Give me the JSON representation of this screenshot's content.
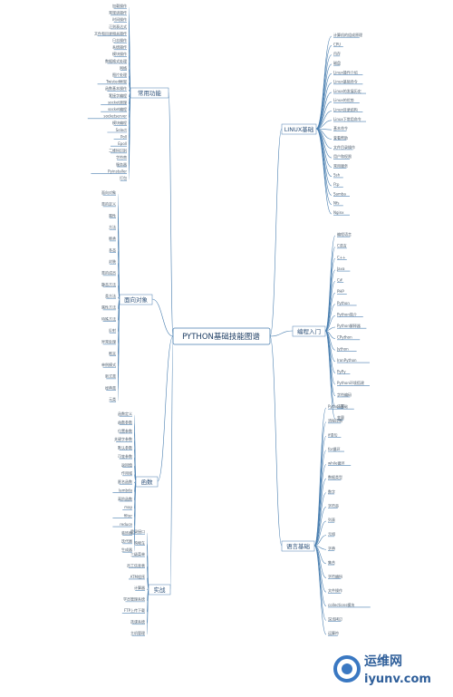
{
  "center": "PYTHON基础技能图谱",
  "branches": {
    "common": "常用功能",
    "linux": "LINUX基础",
    "oop": "面向对象",
    "intro": "编程入门",
    "func": "函数",
    "lang": "语言基础",
    "practice": "实战"
  },
  "common_nodes": [
    "加载操作",
    "常规读操作",
    "时间操作",
    "正则表达式",
    "文件和目录相关操作",
    "日志操作",
    "系统操作",
    "模块操作",
    "数据格式处理",
    "网络",
    "图片处理",
    "Twisted框架",
    "函数基本操作",
    "套接字编程",
    "socket原理",
    "socket编程",
    "socketserver",
    "模块编程",
    "Select",
    "Poll",
    "Epoll",
    "二维码识别",
    "字符串",
    "服务器",
    "Pyinstaller",
    "打包"
  ],
  "linux_nodes": [
    "计算机的组成原理",
    "CPU",
    "内存",
    "磁盘",
    "Linux操作介绍",
    "Linux基础命令",
    "Linux的发展历史",
    "Linux的优势",
    "Linux目录结构",
    "Linux下常用命令",
    "基本命令",
    "查看帮助",
    "文件目录操作",
    "用户和权限",
    "常用服务",
    "Ssh",
    "Ftp",
    "Samba",
    "Nfs",
    "Nginx"
  ],
  "oop_nodes": [
    "面向对象",
    "类的定义",
    "属性",
    "方法",
    "继承",
    "多态",
    "封装",
    "类的成员",
    "静态方法",
    "类方法",
    "属性方法",
    "特殊方法",
    "反射",
    "异常处理",
    "断言",
    "单例模式",
    "新式类",
    "经典类",
    "元类"
  ],
  "intro_nodes": [
    "编程语言",
    "C语言",
    "C++",
    "Java",
    "C#",
    "PHP",
    "Python",
    "Python简介",
    "Python解释器",
    "CPython",
    "Jython",
    "IronPython",
    "PyPy",
    "Python环境搭建",
    "字符编码",
    "注释",
    "变量"
  ],
  "func_nodes": [
    "函数定义",
    "函数参数",
    "位置参数",
    "关键字参数",
    "默认参数",
    "可变参数",
    "返回值",
    "作用域",
    "匿名函数",
    "lambda",
    "高阶函数",
    "map",
    "filter",
    "reduce",
    "装饰器",
    "迭代器",
    "生成器"
  ],
  "lang_nodes": [
    "Python基础",
    "流程控制",
    "if语句",
    "for循环",
    "while循环",
    "数据类型",
    "数字",
    "字符串",
    "列表",
    "元组",
    "字典",
    "集合",
    "字符编码",
    "文件操作",
    "collections模块",
    "深浅拷贝",
    "运算符"
  ],
  "practice_nodes": [
    "登录接口",
    "购物车",
    "三级菜单",
    "员工信息表",
    "ATM程序",
    "计算器",
    "学员管理系统",
    "FTP上传下载",
    "选课系统",
    "主机管理"
  ],
  "watermark": {
    "text1": "运维网",
    "text2": "iyunv.com"
  }
}
